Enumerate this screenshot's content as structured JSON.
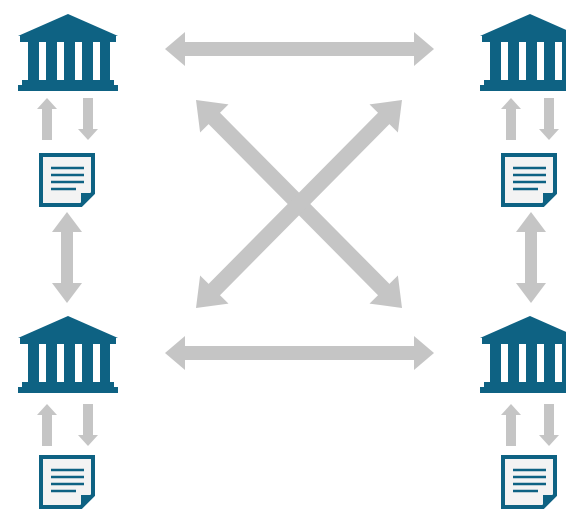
{
  "colors": {
    "bank": "#0e6283",
    "document_fill": "#f3f3f3",
    "document_line": "#0e6283",
    "arrow": "#c5c5c5",
    "background": "#ffffff"
  },
  "icons": {
    "bank": "bank-building-icon",
    "document": "document-icon"
  },
  "nodes": [
    {
      "id": "top-left",
      "icon": "bank-building-icon"
    },
    {
      "id": "top-right",
      "icon": "bank-building-icon"
    },
    {
      "id": "bottom-left",
      "icon": "bank-building-icon"
    },
    {
      "id": "bottom-right",
      "icon": "bank-building-icon"
    }
  ],
  "links": [
    {
      "from": "top-left",
      "to": "top-right",
      "style": "double-arrow"
    },
    {
      "from": "bottom-left",
      "to": "bottom-right",
      "style": "double-arrow"
    },
    {
      "from": "top-left",
      "to": "bottom-right",
      "style": "double-arrow"
    },
    {
      "from": "top-right",
      "to": "bottom-left",
      "style": "double-arrow"
    },
    {
      "from": "top-left",
      "to": "bottom-left",
      "style": "double-arrow"
    },
    {
      "from": "top-right",
      "to": "bottom-right",
      "style": "double-arrow"
    }
  ]
}
